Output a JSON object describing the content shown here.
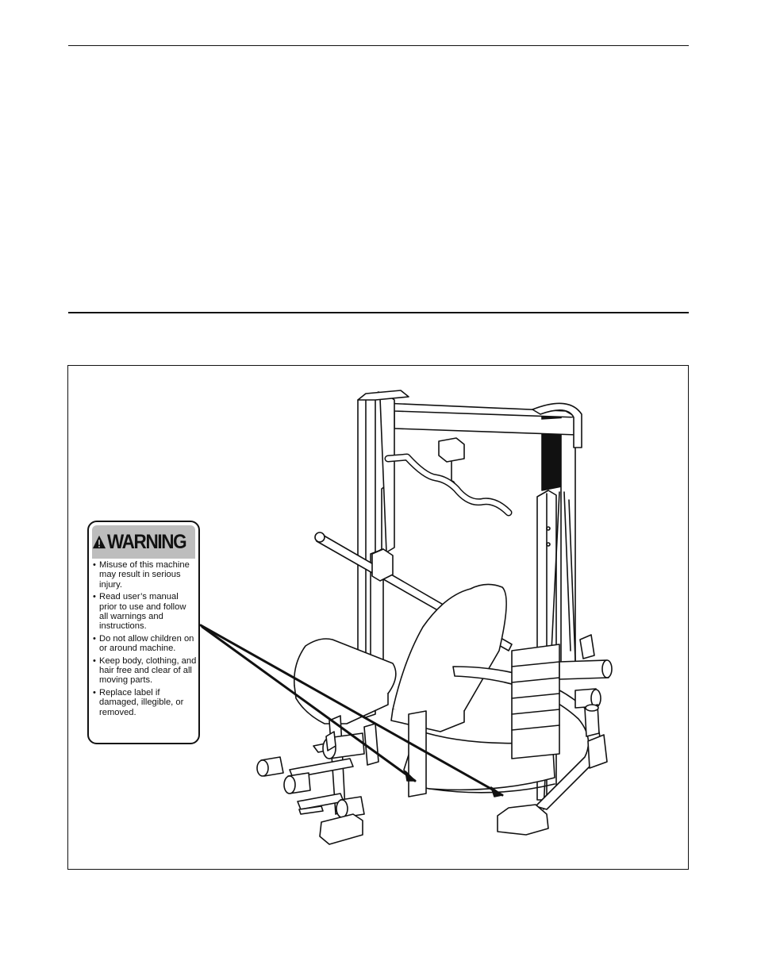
{
  "warning_label": {
    "title": "WARNING",
    "icon": "warning-triangle-icon",
    "items": [
      "Misuse of this machine may result in serious injury.",
      "Read user’s manual prior to use and follow all warnings and instructions.",
      "Do not allow children on or around machine.",
      "Keep body, clothing, and hair free and clear of all moving parts.",
      "Replace label if damaged, illegible, or removed."
    ]
  }
}
